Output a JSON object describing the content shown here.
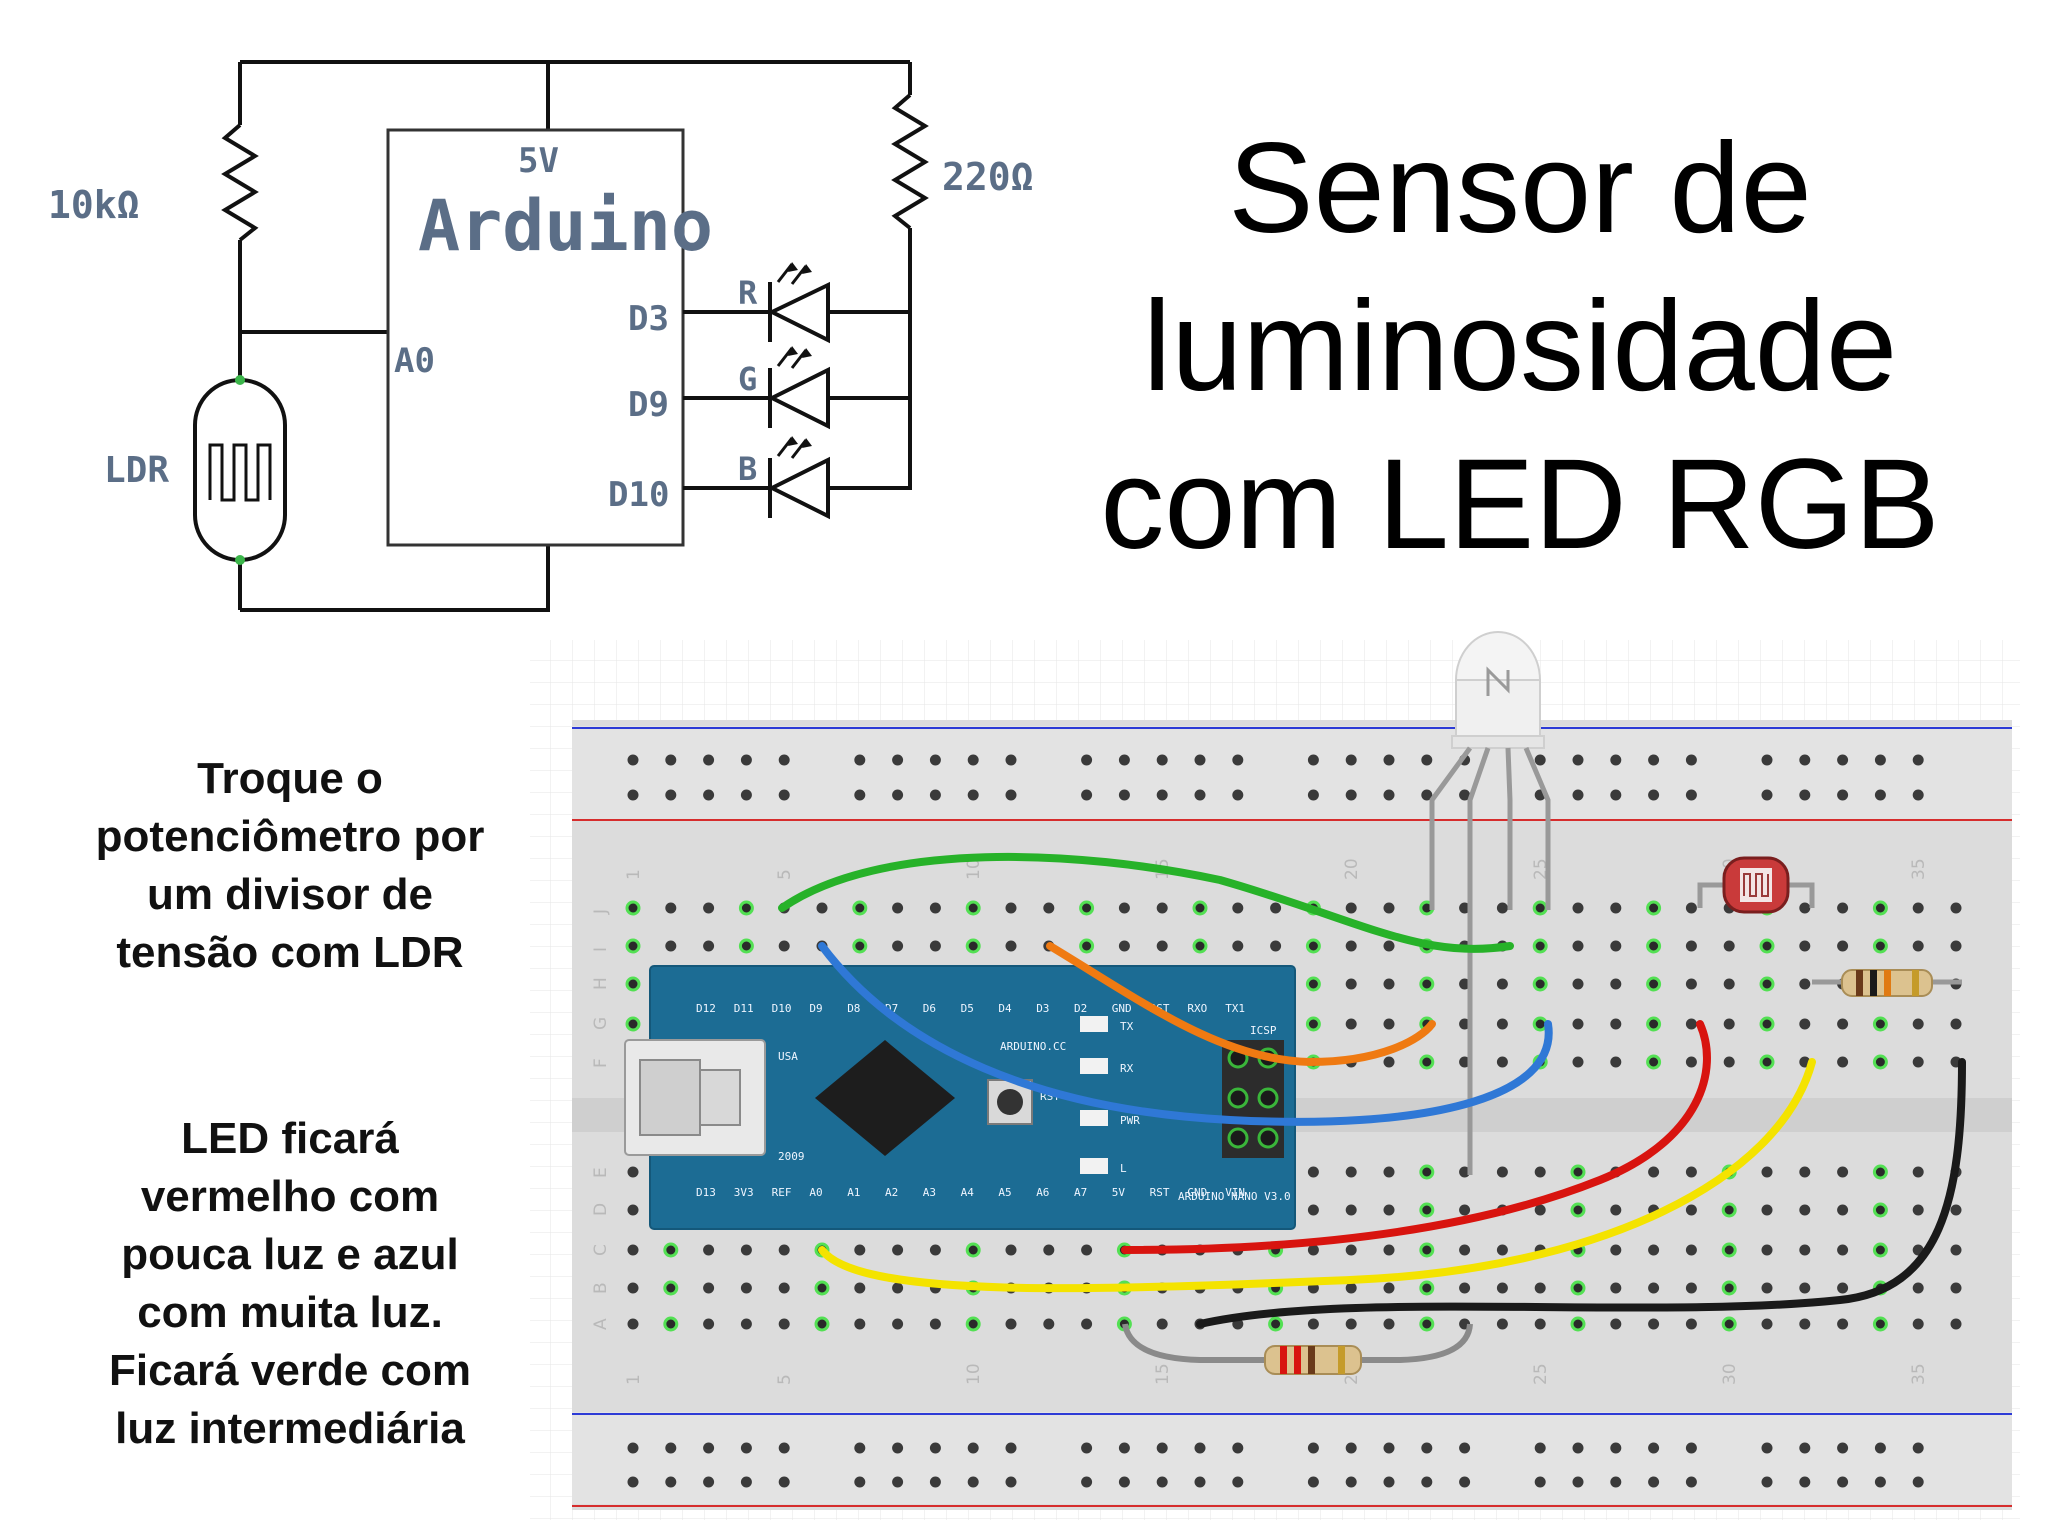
{
  "title": {
    "line1": "Sensor de",
    "line2": "luminosidade",
    "line3": "com LED RGB"
  },
  "notes": {
    "note1": [
      "Troque o",
      "potenciômetro por",
      "um divisor de",
      "tensão com LDR"
    ],
    "note2": [
      "LED ficará",
      "vermelho com",
      "pouca luz e azul",
      "com muita luz.",
      "Ficará verde com",
      "luz intermediária"
    ]
  },
  "schematic": {
    "resistor_left": "10kΩ",
    "resistor_right": "220Ω",
    "board_name": "Arduino",
    "pin_5v": "5V",
    "pin_a0": "A0",
    "pin_d3": "D3",
    "pin_d9": "D9",
    "pin_d10": "D10",
    "ldr": "LDR",
    "led_r": "R",
    "led_g": "G",
    "led_b": "B"
  },
  "breadboard": {
    "column_numbers_top": [
      "1",
      "5",
      "10",
      "15",
      "20",
      "25",
      "30",
      "35"
    ],
    "column_numbers_bottom": [
      "1",
      "5",
      "10",
      "15",
      "20",
      "25",
      "30",
      "35"
    ],
    "row_letters_top": [
      "J",
      "I",
      "H",
      "G",
      "F"
    ],
    "row_letters_bottom": [
      "E",
      "D",
      "C",
      "B",
      "A"
    ],
    "nano_top_pins": [
      "D12",
      "D11",
      "D10",
      "D9",
      "D8",
      "D7",
      "D6",
      "D5",
      "D4",
      "D3",
      "D2",
      "GND",
      "RST",
      "RXO",
      "TX1"
    ],
    "nano_bottom_pins": [
      "D13",
      "3V3",
      "REF",
      "A0",
      "A1",
      "A2",
      "A3",
      "A4",
      "A5",
      "A6",
      "A7",
      "5V",
      "RST",
      "GND",
      "VIN"
    ],
    "nano_label": "ARDUINO NANO V3.0",
    "nano_brand": "ARDUINO.CC",
    "nano_usb": "USA",
    "nano_year": "2009",
    "nano_icsp": "ICSP",
    "nano_rst": "RST",
    "nano_leds": [
      "TX",
      "RX",
      "PWR",
      "L"
    ],
    "wire_colors": {
      "green": "#27b229",
      "blue": "#2f78d6",
      "orange": "#ef7a12",
      "red": "#d8140f",
      "yellow": "#f4e300",
      "black": "#1a1a1a",
      "gray": "#8a8a8a"
    },
    "board_color": "#1c6c94"
  }
}
